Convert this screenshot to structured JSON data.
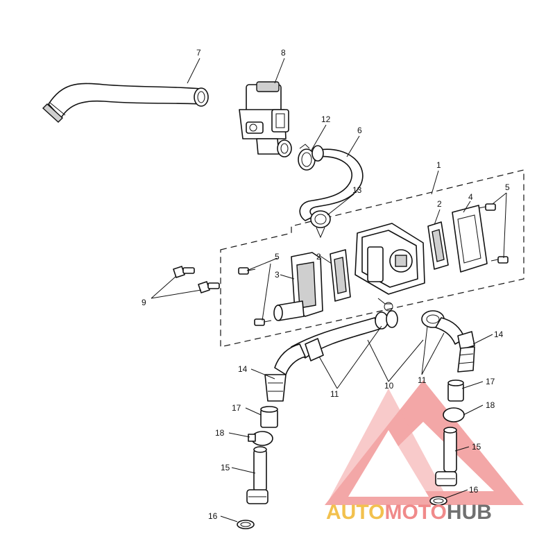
{
  "callouts": {
    "n1": "1",
    "n2a": "2",
    "n2b": "2",
    "n3": "3",
    "n4": "4",
    "n5a": "5",
    "n5b": "5",
    "n6": "6",
    "n7": "7",
    "n8": "8",
    "n9": "9",
    "n10": "10",
    "n11a": "11",
    "n11b": "11",
    "n12": "12",
    "n13": "13",
    "n14a": "14",
    "n14b": "14",
    "n15a": "15",
    "n15b": "15",
    "n16a": "16",
    "n16b": "16",
    "n17a": "17",
    "n17b": "17",
    "n18a": "18",
    "n18b": "18"
  },
  "watermark": {
    "part1": "AUTO",
    "part2": "MOTO",
    "part3": "HUB",
    "color_part1": "#f2c14e",
    "color_part2": "#f08a8a",
    "color_part3": "#707070",
    "triangle_color": "#f08a8a"
  }
}
